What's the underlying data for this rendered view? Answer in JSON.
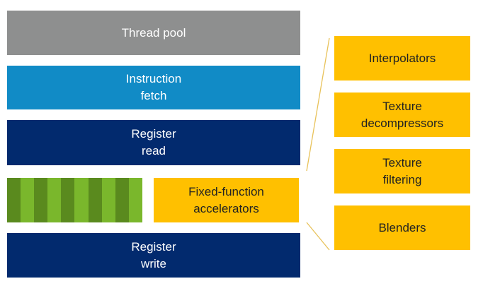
{
  "pipeline": {
    "thread_pool": "Thread pool",
    "instruction_fetch": "Instruction\nfetch",
    "register_read": "Register\nread",
    "fixed_function": "Fixed-function\naccelerators",
    "register_write": "Register\nwrite"
  },
  "accelerators": [
    "Interpolators",
    "Texture\ndecompressors",
    "Texture\nfiltering",
    "Blenders"
  ],
  "colors": {
    "thread_pool": "#8e8f8f",
    "fetch": "#118bc6",
    "register": "#022a6e",
    "accelerator": "#ffc000",
    "stripe_dark": "#5a8a1e",
    "stripe_light": "#7ab72c",
    "connector": "#e8c25a"
  }
}
